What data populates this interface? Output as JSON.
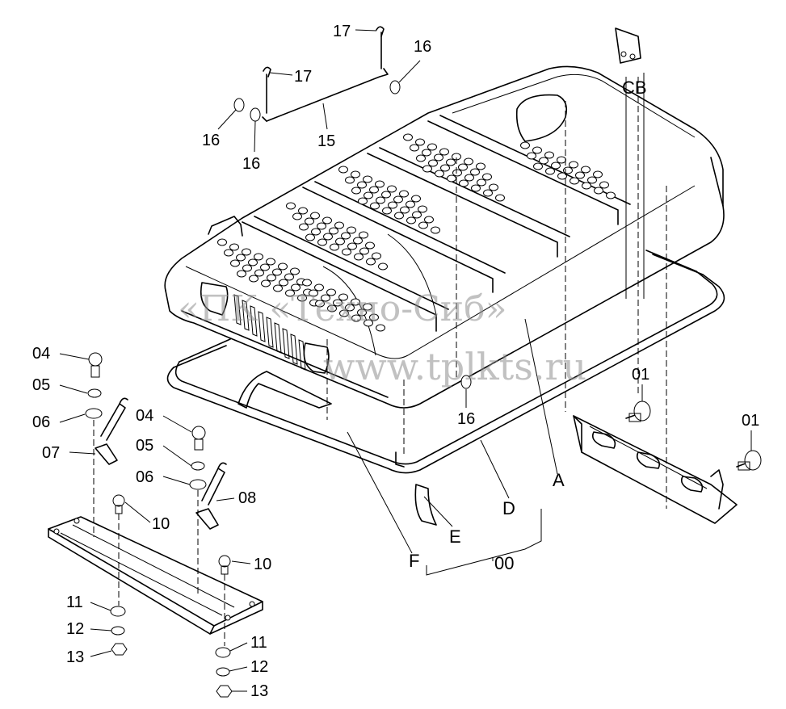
{
  "watermark": {
    "line1": "«ПК «Техно-Сиб»",
    "line2": "www.tplkts.ru"
  },
  "labels": {
    "p00": "00",
    "p01a": "01",
    "p01b": "01",
    "p04a": "04",
    "p04b": "04",
    "p05a": "05",
    "p05b": "05",
    "p06a": "06",
    "p06b": "06",
    "p07": "07",
    "p08": "08",
    "p10a": "10",
    "p10b": "10",
    "p11a": "11",
    "p11b": "11",
    "p12a": "12",
    "p12b": "12",
    "p13a": "13",
    "p13b": "13",
    "p15": "15",
    "p16a": "16",
    "p16b": "16",
    "p16c": "16",
    "p16d": "16",
    "p17a": "17",
    "p17b": "17",
    "cb": "CB",
    "a": "A",
    "d": "D",
    "e": "E",
    "f": "F"
  }
}
